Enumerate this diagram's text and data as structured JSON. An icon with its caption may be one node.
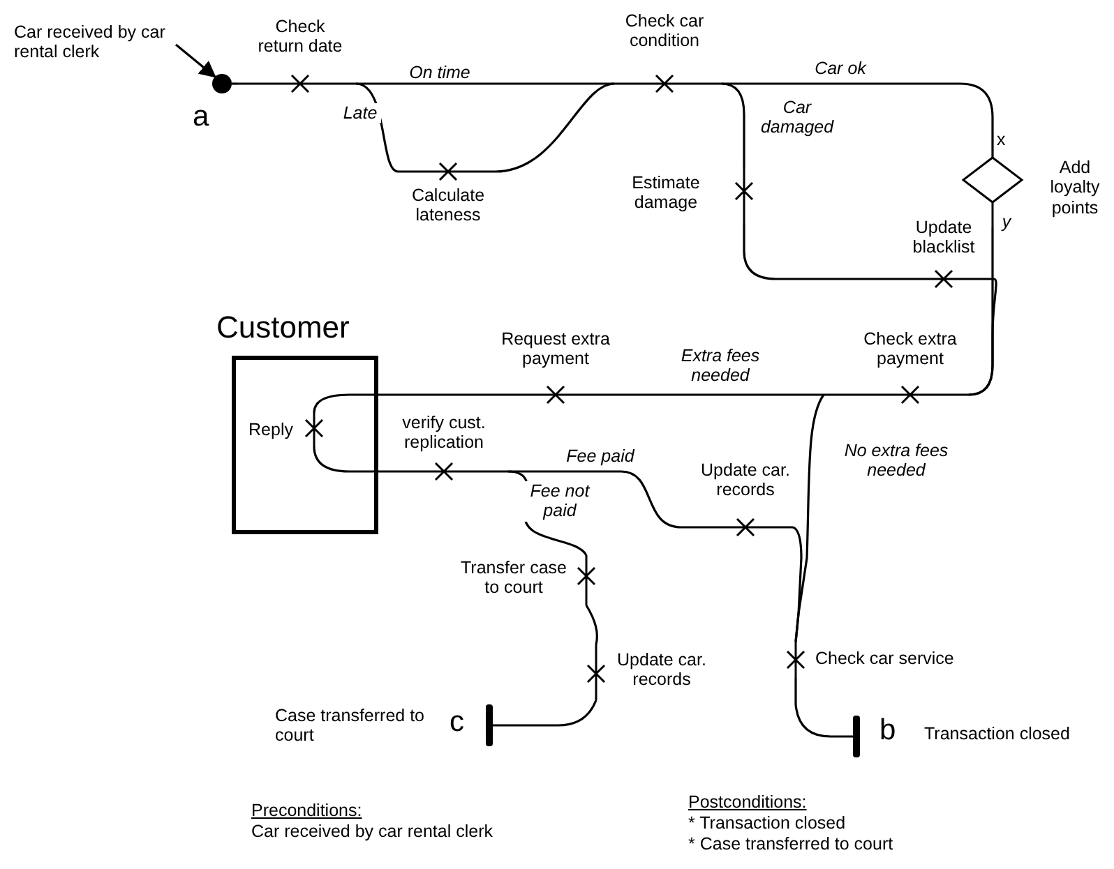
{
  "diagram": {
    "nodes": [
      {
        "text": [
          "Car received by car rental clerk"
        ]
      },
      {
        "text": [],
        "shape": "circle",
        "beside": [
          "a"
        ]
      },
      {
        "text": [
          "Check return date"
        ]
      },
      {
        "text": [
          "Calculate lateness"
        ]
      },
      {
        "text": [
          "Check car condition"
        ]
      },
      {
        "text": [
          "Estimate damage"
        ]
      },
      {
        "text": [
          "Update blacklist"
        ]
      },
      {
        "text": [
          "Add loyalty points"
        ]
      },
      {
        "text": [
          "Customer"
        ]
      },
      {
        "text": [
          "Reply"
        ],
        "in": 8
      },
      {
        "text": [
          "Check extra payment"
        ]
      },
      {
        "text": [
          "Request extra payment"
        ]
      },
      {
        "text": [
          "verify cust. replication"
        ]
      },
      {
        "text": [
          "Update car. records"
        ]
      },
      {
        "text": [
          "Transfer case to court"
        ]
      },
      {
        "text": [
          "Update car. records"
        ]
      },
      {
        "text": [
          "Check car service"
        ]
      },
      {
        "text": [],
        "shape": "bar",
        "beside": [
          "c",
          "Case transferred to court"
        ]
      },
      {
        "text": [],
        "shape": "bar",
        "beside": [
          "b",
          "Transaction closed"
        ]
      }
    ],
    "edges": [
      {
        "from": 0,
        "to": 1,
        "arrow": "to"
      },
      {
        "from": 1,
        "to": 2,
        "arrow": "none"
      },
      {
        "from": 2,
        "to": 4,
        "arrow": "none",
        "label": "On time"
      },
      {
        "from": 2,
        "to": 3,
        "arrow": "none",
        "label": "Late"
      },
      {
        "from": 3,
        "to": 4,
        "arrow": "none"
      },
      {
        "from": 4,
        "to": 7,
        "arrow": "none",
        "label": "Car ok"
      },
      {
        "from": 4,
        "to": 5,
        "arrow": "none",
        "label": "Car damaged"
      },
      {
        "from": 5,
        "to": 6,
        "arrow": "none"
      },
      {
        "from": 7,
        "to": 10,
        "arrow": "none",
        "label": "y"
      },
      {
        "from": 6,
        "to": 10,
        "arrow": "none"
      },
      {
        "from": 10,
        "to": 11,
        "arrow": "none",
        "label": "Extra fees needed"
      },
      {
        "from": 11,
        "to": 9,
        "arrow": "none"
      },
      {
        "from": 9,
        "to": 12,
        "arrow": "none"
      },
      {
        "from": 12,
        "to": 13,
        "arrow": "none",
        "label": "Fee paid"
      },
      {
        "from": 12,
        "to": 14,
        "arrow": "none",
        "label": "Fee not paid"
      },
      {
        "from": 13,
        "to": 16,
        "arrow": "none"
      },
      {
        "from": 10,
        "to": 16,
        "arrow": "none",
        "label": "No extra fees needed"
      },
      {
        "from": 14,
        "to": 15,
        "arrow": "none"
      },
      {
        "from": 15,
        "to": 17,
        "arrow": "none"
      },
      {
        "from": 16,
        "to": 18,
        "arrow": "none"
      }
    ],
    "labels": [
      "x",
      "Preconditions:",
      "Car received by car rental clerk",
      "Postconditions:",
      "* Transaction closed",
      "* Case transferred to court"
    ]
  }
}
